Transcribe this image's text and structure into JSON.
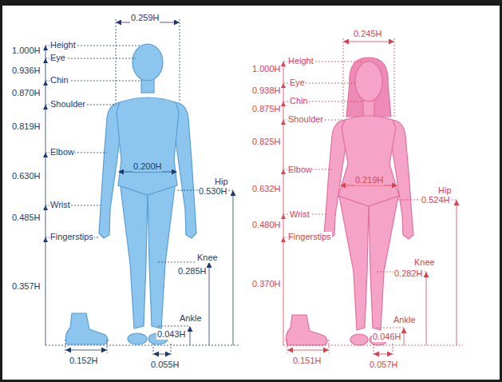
{
  "diagram": {
    "labels": [
      "0.259H",
      "1.000H",
      "Height",
      "Eye",
      "0.936H",
      "Chin",
      "0.870H",
      "Shoulder",
      "0.819H",
      "Elbow",
      "0.630H",
      "0.200H",
      "Hip",
      "0.530H",
      "Wrist",
      "0.485H",
      "Fingerstips",
      "Knee",
      "0.285H",
      "0.357H",
      "Ankle",
      "0.043H",
      "0.152H",
      "0.055H",
      "0.245H",
      "Height",
      "1.000H",
      "Eye",
      "0.938H",
      "Chin",
      "0.875H",
      "Shoulder",
      "0.825H",
      "Elbow",
      "0.632H",
      "0.219H",
      "Hip",
      "0.524H",
      "Wrist",
      "0.480H",
      "Fingerstips",
      "Knee",
      "0.282H",
      "0.370H",
      "Ankle",
      "0.046H",
      "0.151H",
      "0.057H"
    ]
  }
}
